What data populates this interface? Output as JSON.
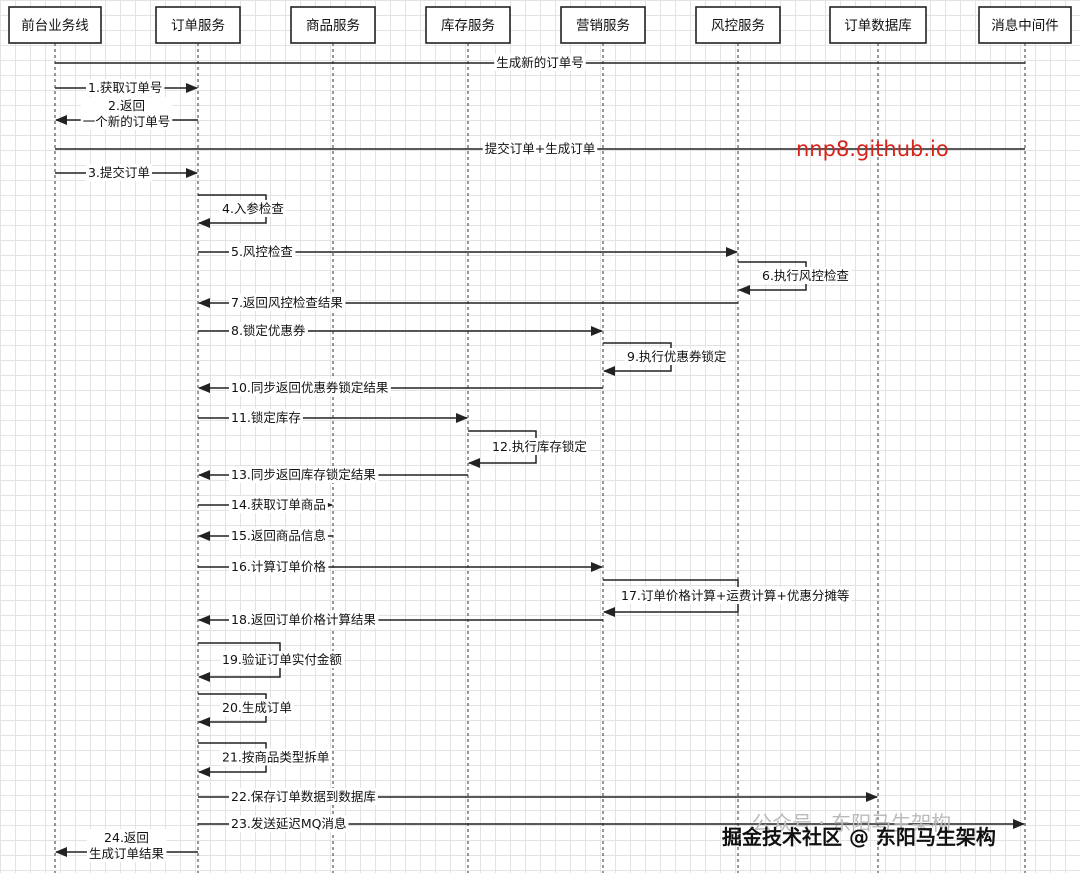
{
  "actors": [
    {
      "id": "fe",
      "label": "前台业务线"
    },
    {
      "id": "order",
      "label": "订单服务"
    },
    {
      "id": "product",
      "label": "商品服务"
    },
    {
      "id": "stock",
      "label": "库存服务"
    },
    {
      "id": "mkt",
      "label": "营销服务"
    },
    {
      "id": "risk",
      "label": "风控服务"
    },
    {
      "id": "db",
      "label": "订单数据库"
    },
    {
      "id": "mq",
      "label": "消息中间件"
    }
  ],
  "messages": [
    {
      "type": "note",
      "from": "fe",
      "to": "mq",
      "label": "生成新的订单号"
    },
    {
      "type": "arrow",
      "from": "fe",
      "to": "order",
      "label": "1.获取订单号"
    },
    {
      "type": "arrow",
      "from": "order",
      "to": "fe",
      "label": [
        "2.返回",
        "一个新的订单号"
      ]
    },
    {
      "type": "note",
      "from": "fe",
      "to": "mq",
      "label": "提交订单+生成订单"
    },
    {
      "type": "arrow",
      "from": "fe",
      "to": "order",
      "label": "3.提交订单"
    },
    {
      "type": "self",
      "at": "order",
      "label": "4.入参检查"
    },
    {
      "type": "arrow",
      "from": "order",
      "to": "risk",
      "label": "5.风控检查"
    },
    {
      "type": "self",
      "at": "risk",
      "label": "6.执行风控检查"
    },
    {
      "type": "arrow",
      "from": "risk",
      "to": "order",
      "label": "7.返回风控检查结果"
    },
    {
      "type": "arrow",
      "from": "order",
      "to": "mkt",
      "label": "8.锁定优惠券"
    },
    {
      "type": "self",
      "at": "mkt",
      "label": "9.执行优惠券锁定"
    },
    {
      "type": "arrow",
      "from": "mkt",
      "to": "order",
      "label": "10.同步返回优惠券锁定结果"
    },
    {
      "type": "arrow",
      "from": "order",
      "to": "stock",
      "label": "11.锁定库存"
    },
    {
      "type": "self",
      "at": "stock",
      "label": "12.执行库存锁定"
    },
    {
      "type": "arrow",
      "from": "stock",
      "to": "order",
      "label": "13.同步返回库存锁定结果"
    },
    {
      "type": "arrow",
      "from": "order",
      "to": "product",
      "label": "14.获取订单商品"
    },
    {
      "type": "arrow",
      "from": "product",
      "to": "order",
      "label": "15.返回商品信息"
    },
    {
      "type": "arrow",
      "from": "order",
      "to": "mkt",
      "label": "16.计算订单价格"
    },
    {
      "type": "cross",
      "from": "risk",
      "to": "mkt",
      "label": "17.订单价格计算+运费计算+优惠分摊等"
    },
    {
      "type": "arrow",
      "from": "mkt",
      "to": "order",
      "label": "18.返回订单价格计算结果"
    },
    {
      "type": "self",
      "at": "order",
      "label": "19.验证订单实付金额"
    },
    {
      "type": "self",
      "at": "order",
      "label": "20.生成订单"
    },
    {
      "type": "self",
      "at": "order",
      "label": "21.按商品类型拆单"
    },
    {
      "type": "arrow",
      "from": "order",
      "to": "db",
      "label": "22.保存订单数据到数据库"
    },
    {
      "type": "arrow",
      "from": "order",
      "to": "mq",
      "label": "23.发送延迟MQ消息"
    },
    {
      "type": "arrow",
      "from": "order",
      "to": "fe",
      "label": [
        "24.返回",
        "生成订单结果"
      ]
    }
  ],
  "watermarks": {
    "site": "nnp8.github.io",
    "faint": "公众号 · 东阳马生架构",
    "main": "掘金技术社区 @ 东阳马生架构"
  },
  "colors": {
    "site_watermark": "#d8231b",
    "line": "#222222",
    "grid": "#e3e3e3"
  }
}
